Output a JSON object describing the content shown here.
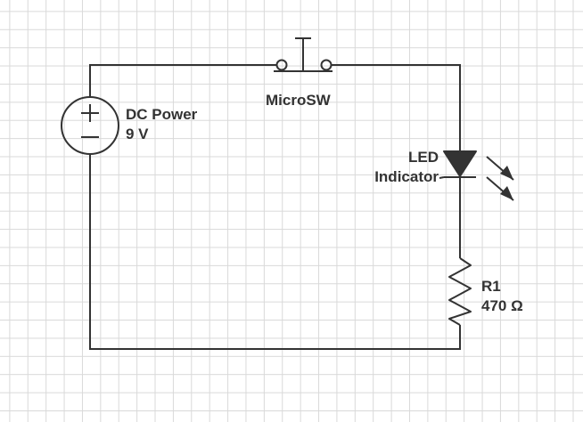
{
  "components": {
    "power": {
      "name": "DC Power",
      "value": "9 V"
    },
    "switch": {
      "name": "MicroSW"
    },
    "led": {
      "name_line1": "LED",
      "name_line2": "Indicator"
    },
    "resistor": {
      "name": "R1",
      "value": "470 Ω"
    }
  },
  "colors": {
    "stroke": "#333333",
    "grid": "#d9d9d9",
    "background": "#ffffff"
  }
}
